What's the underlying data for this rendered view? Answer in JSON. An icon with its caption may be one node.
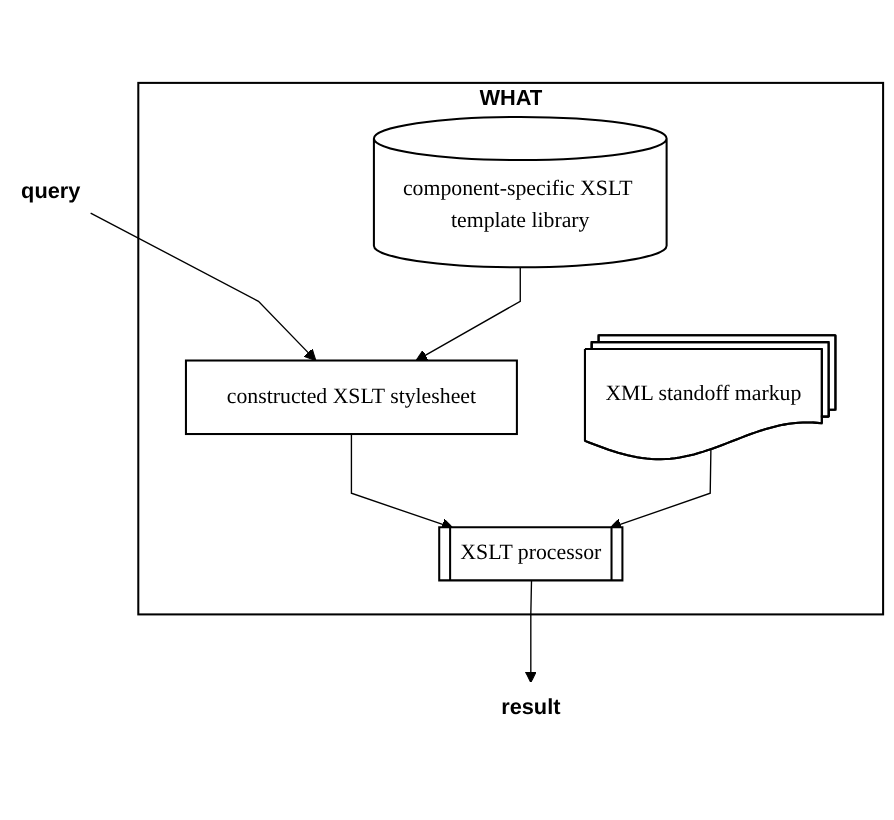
{
  "diagram": {
    "nodes": [
      {
        "text": [
          "WHAT"
        ]
      },
      {
        "text": [
          "component-specific XSLT template library"
        ],
        "in": 0
      },
      {
        "text": [
          "constructed XSLT stylesheet"
        ],
        "in": 0
      },
      {
        "text": [
          "XML standoff markup"
        ],
        "in": 0
      },
      {
        "text": [
          "XSLT processor"
        ],
        "in": 0
      },
      {
        "text": [
          "query"
        ]
      },
      {
        "text": [
          "result"
        ]
      }
    ],
    "edges": [
      {
        "from": 5,
        "to": 2,
        "arrow": "to"
      },
      {
        "from": 1,
        "to": 2,
        "arrow": "to"
      },
      {
        "from": 2,
        "to": 4,
        "arrow": "to"
      },
      {
        "from": 3,
        "to": 4,
        "arrow": "to"
      },
      {
        "from": 4,
        "to": 6,
        "arrow": "to"
      }
    ]
  }
}
